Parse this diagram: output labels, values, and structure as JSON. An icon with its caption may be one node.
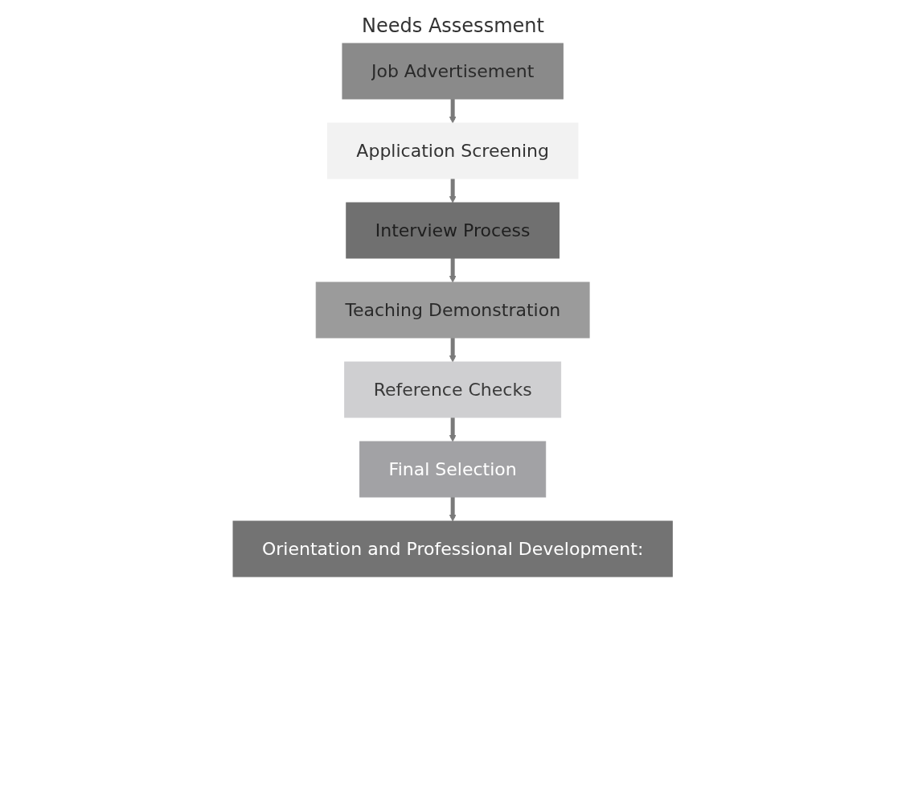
{
  "diagram": {
    "nodes": [
      {
        "text": [
          "Job Advertisement"
        ]
      },
      {
        "text": [
          "Application Screening"
        ]
      },
      {
        "text": [
          "Interview Process"
        ]
      },
      {
        "text": [
          "Teaching Demonstration"
        ]
      },
      {
        "text": [
          "Reference Checks"
        ]
      },
      {
        "text": [
          "Final Selection"
        ]
      },
      {
        "text": [
          "Orientation and Professional Development:"
        ]
      }
    ],
    "edges": [
      {
        "from": 0,
        "to": 1,
        "arrow": "to"
      },
      {
        "from": 1,
        "to": 2,
        "arrow": "to"
      },
      {
        "from": 2,
        "to": 3,
        "arrow": "to"
      },
      {
        "from": 3,
        "to": 4,
        "arrow": "to"
      },
      {
        "from": 4,
        "to": 5,
        "arrow": "to"
      },
      {
        "from": 5,
        "to": 6,
        "arrow": "to"
      }
    ],
    "labels": [
      "Needs Assessment"
    ]
  }
}
